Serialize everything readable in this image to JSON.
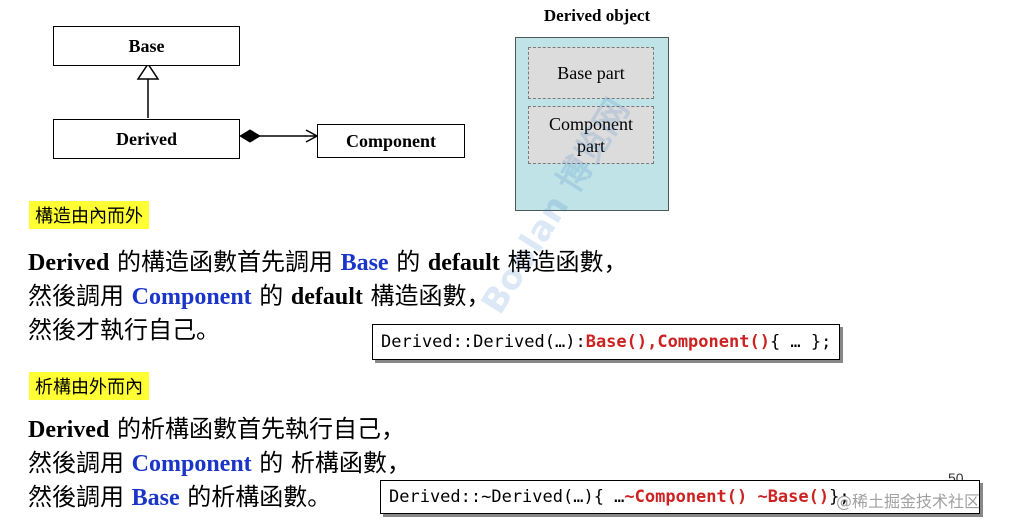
{
  "uml": {
    "base_label": "Base",
    "derived_label": "Derived",
    "component_label": "Component"
  },
  "object": {
    "title": "Derived object",
    "base_part": "Base part",
    "component_part_line1": "Component",
    "component_part_line2": "part"
  },
  "construct": {
    "tag": "構造由內而外",
    "l1_a": "Derived",
    "l1_b": " 的構造函數首先調用 ",
    "l1_c": "Base",
    "l1_d": " 的 ",
    "l1_e": "default",
    "l1_f": " 構造函數，",
    "l2_a": "然後調用 ",
    "l2_b": "Component",
    "l2_c": " 的 ",
    "l2_d": "default",
    "l2_e": " 構造函數，",
    "l3": "然後才執行自己。",
    "code_prefix": "Derived::Derived(…): ",
    "code_red": "Base(),Component()",
    "code_suffix": " { … };"
  },
  "destruct": {
    "tag": "析構由外而內",
    "l1_a": "Derived",
    "l1_b": " 的析構函數首先執行自己，",
    "l2_a": "然後調用 ",
    "l2_b": "Component",
    "l2_c": " 的 析構函數，",
    "l3_a": "然後調用 ",
    "l3_b": "Base",
    "l3_c": " 的析構函數。",
    "code_prefix": "Derived::~Derived(…){ … ",
    "code_red": "~Component() ~Base()",
    "code_suffix": " };"
  },
  "page_number": "50",
  "watermark_left": "Boolan 博览网",
  "watermark_bottom": "@稀土掘金技术社区"
}
